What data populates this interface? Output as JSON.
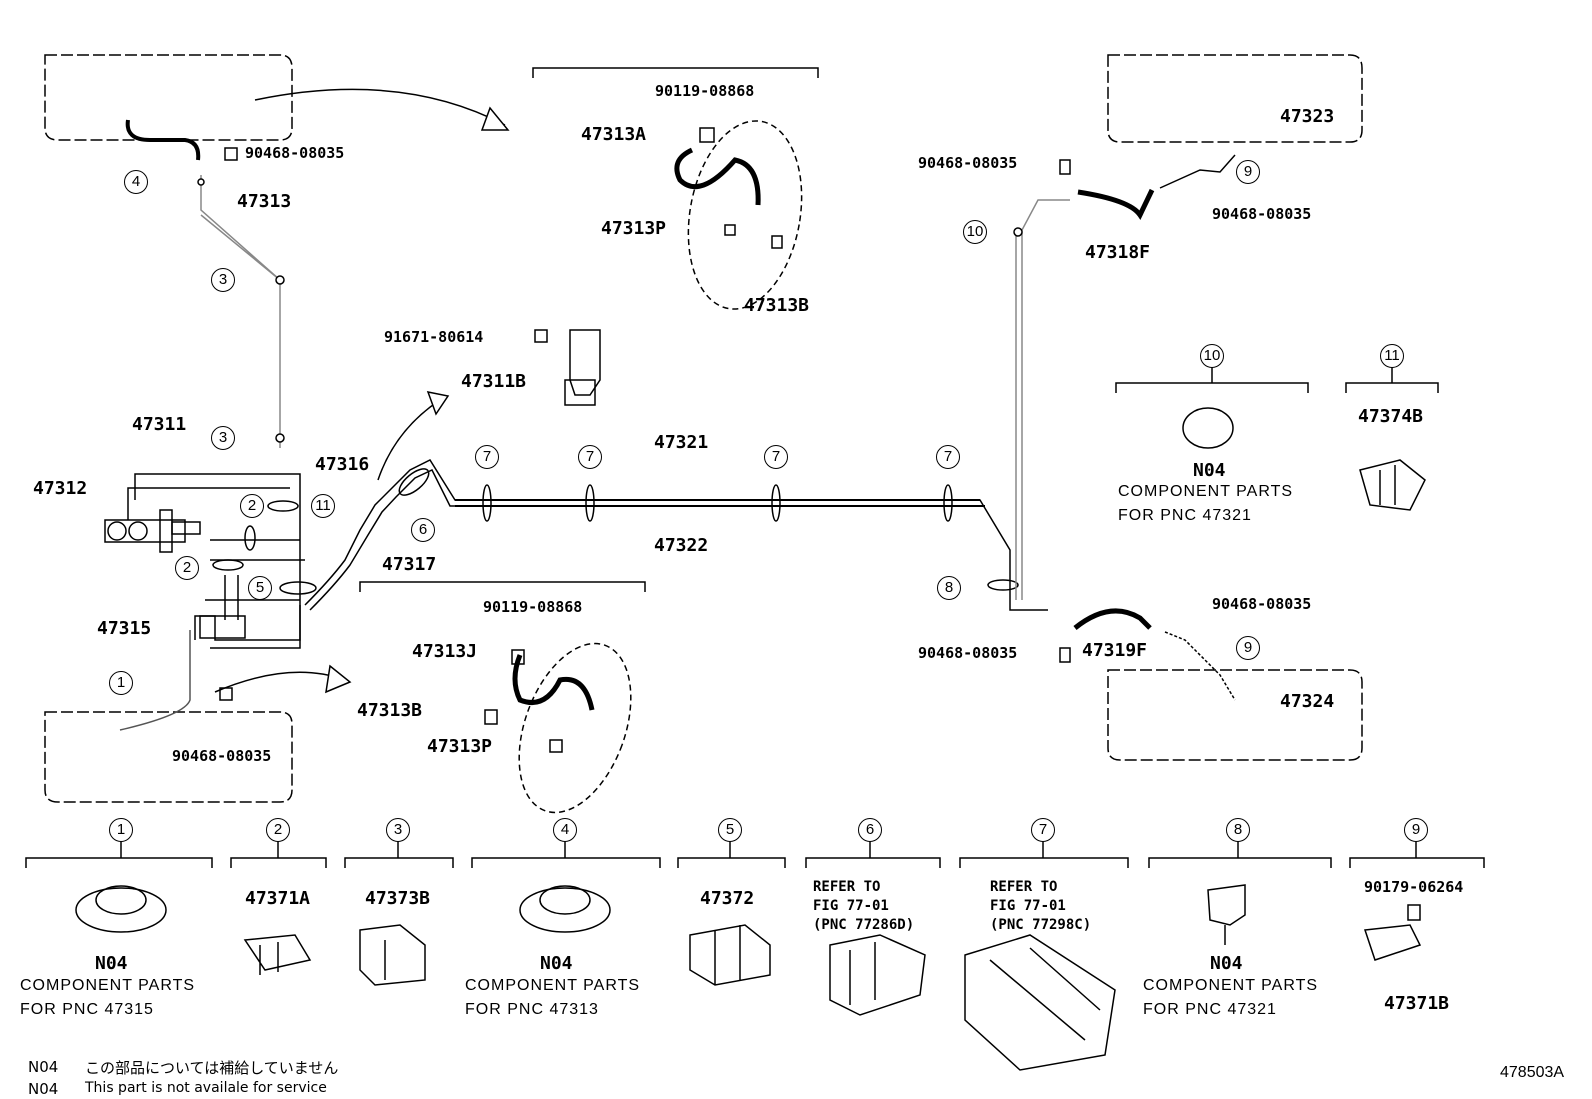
{
  "parts": {
    "p47313": "47313",
    "p47311": "47311",
    "p47312": "47312",
    "p47316": "47316",
    "p47317": "47317",
    "p47315": "47315",
    "p47321": "47321",
    "p47322": "47322",
    "p47313A": "47313A",
    "p47313P_top": "47313P",
    "p47313B_top": "47313B",
    "p90119_top": "90119-08868",
    "p91671": "91671-80614",
    "p47311B": "47311B",
    "p90119_mid": "90119-08868",
    "p47313J": "47313J",
    "p47313B_mid": "47313B",
    "p47313P_mid": "47313P",
    "p90468_a": "90468-08035",
    "p90468_b": "90468-08035",
    "p90468_c": "90468-08035",
    "p90468_d": "90468-08035",
    "p90468_e": "90468-08035",
    "p90468_f": "90468-08035",
    "p47323": "47323",
    "p47318F": "47318F",
    "p47319F": "47319F",
    "p47324": "47324",
    "p47374B": "47374B",
    "p47371A": "47371A",
    "p47373B": "47373B",
    "p47372": "47372",
    "p90179": "90179-06264",
    "p47371B": "47371B"
  },
  "callouts": [
    "1",
    "2",
    "3",
    "4",
    "5",
    "6",
    "7",
    "8",
    "9",
    "10",
    "11"
  ],
  "legend": {
    "c1": {
      "code": "N04",
      "line1": "COMPONENT PARTS",
      "line2": "FOR PNC 47315"
    },
    "c4": {
      "code": "N04",
      "line1": "COMPONENT PARTS",
      "line2": "FOR PNC 47313"
    },
    "c8": {
      "code": "N04",
      "line1": "COMPONENT PARTS",
      "line2": "FOR PNC 47321"
    },
    "c10": {
      "code": "N04",
      "line1": "COMPONENT PARTS",
      "line2": "FOR PNC 47321"
    },
    "c6": {
      "ref": "REFER TO\nFIG 77-01\n(PNC 77286D)"
    },
    "c7": {
      "ref": "REFER TO\nFIG 77-01\n(PNC 77298C)"
    }
  },
  "notes": {
    "jp_code": "N04",
    "jp_text": "この部品については補給していません",
    "en_code": "N04",
    "en_text": "This part is not availale for service"
  },
  "figure_id": "478503A"
}
